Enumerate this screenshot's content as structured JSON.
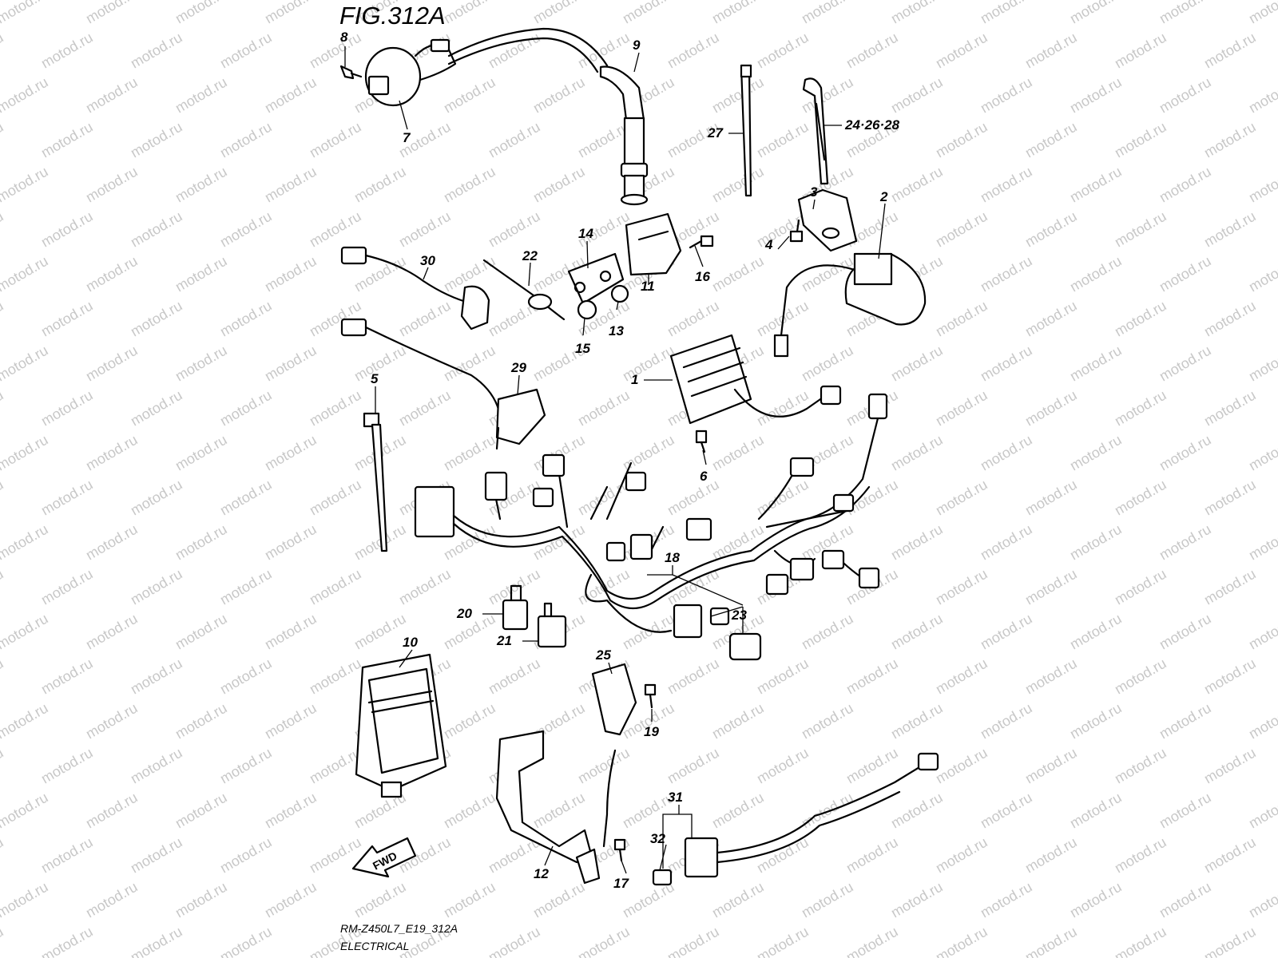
{
  "figure": {
    "title": "FIG.312A",
    "model_code": "RM-Z450L7_E19_312A",
    "section": "ELECTRICAL",
    "watermark": "motod.ru",
    "direction_label": "FWD"
  },
  "callouts": [
    {
      "id": "c8",
      "label": "8"
    },
    {
      "id": "c7",
      "label": "7"
    },
    {
      "id": "c9",
      "label": "9"
    },
    {
      "id": "c27",
      "label": "27"
    },
    {
      "id": "c24",
      "label": "24·26·28"
    },
    {
      "id": "c3",
      "label": "3"
    },
    {
      "id": "c2",
      "label": "2"
    },
    {
      "id": "c4",
      "label": "4"
    },
    {
      "id": "c30",
      "label": "30"
    },
    {
      "id": "c22",
      "label": "22"
    },
    {
      "id": "c14",
      "label": "14"
    },
    {
      "id": "c16",
      "label": "16"
    },
    {
      "id": "c11",
      "label": "11"
    },
    {
      "id": "c13",
      "label": "13"
    },
    {
      "id": "c15",
      "label": "15"
    },
    {
      "id": "c29",
      "label": "29"
    },
    {
      "id": "c1",
      "label": "1"
    },
    {
      "id": "c5",
      "label": "5"
    },
    {
      "id": "c6",
      "label": "6"
    },
    {
      "id": "c18",
      "label": "18"
    },
    {
      "id": "c20",
      "label": "20"
    },
    {
      "id": "c21",
      "label": "21"
    },
    {
      "id": "c23",
      "label": "23"
    },
    {
      "id": "c10",
      "label": "10"
    },
    {
      "id": "c25",
      "label": "25"
    },
    {
      "id": "c19",
      "label": "19"
    },
    {
      "id": "c31",
      "label": "31"
    },
    {
      "id": "c32",
      "label": "32"
    },
    {
      "id": "c12",
      "label": "12"
    },
    {
      "id": "c17",
      "label": "17"
    }
  ]
}
